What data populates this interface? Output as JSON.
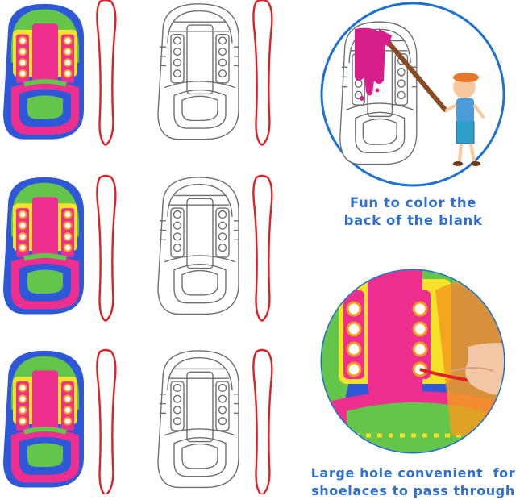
{
  "captions": {
    "color_back_line1": "Fun to color the",
    "color_back_line2": "back of the blank",
    "hole_line1": "Large hole convenient  for",
    "hole_line2": "shoelaces to pass through"
  },
  "rows": [
    {
      "colored_shoe": "colored-shoe-card",
      "blank_shoe": "blank-shoe-card",
      "laces": "red-shoelace"
    },
    {
      "colored_shoe": "colored-shoe-card",
      "blank_shoe": "blank-shoe-card",
      "laces": "red-shoelace"
    },
    {
      "colored_shoe": "colored-shoe-card",
      "blank_shoe": "blank-shoe-card",
      "laces": "red-shoelace"
    }
  ],
  "colors": {
    "caption_blue": "#2f6fd0",
    "lace_red": "#e01f26",
    "shoe_blue": "#2f58d8",
    "shoe_magenta": "#ee2f8f",
    "shoe_yellow": "#f6e12a",
    "shoe_green": "#63c64a",
    "shoe_orange": "#f39b1e",
    "circle_border": "#1f73d0",
    "outline_gray": "#6e6e6e"
  }
}
